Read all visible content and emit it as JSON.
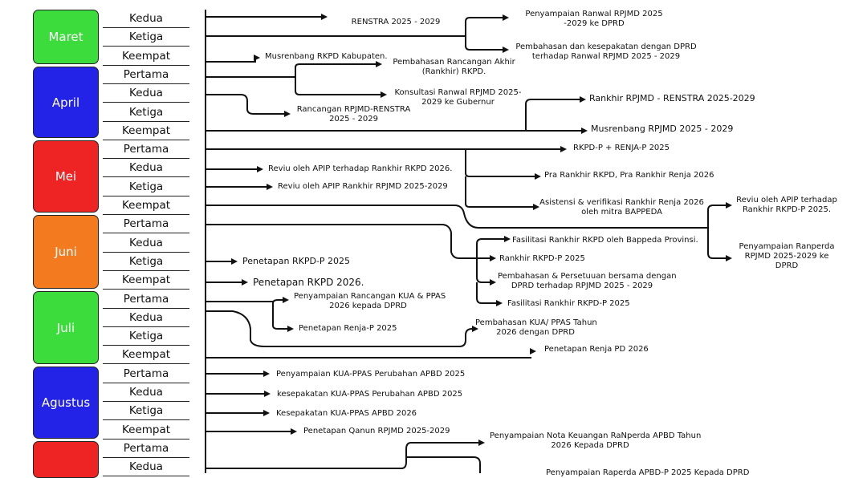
{
  "months": [
    {
      "label": "Maret",
      "color": "#3bdc3b"
    },
    {
      "label": "April",
      "color": "#2323e8"
    },
    {
      "label": "Mei",
      "color": "#ee2424"
    },
    {
      "label": "Juni",
      "color": "#f47a20"
    },
    {
      "label": "Juli",
      "color": "#3bdc3b"
    },
    {
      "label": "Agustus",
      "color": "#2323e8"
    },
    {
      "label": "",
      "color": "#ee2424"
    }
  ],
  "weeks": [
    "Kedua",
    "Ketiga",
    "Keempat",
    "Pertama",
    "Kedua",
    "Ketiga",
    "Keempat",
    "Pertama",
    "Kedua",
    "Ketiga",
    "Keempat",
    "Pertama",
    "Kedua",
    "Ketiga",
    "Keempat",
    "Pertama",
    "Kedua",
    "Ketiga",
    "Keempat",
    "Pertama",
    "Kedua",
    "Ketiga",
    "Keempat",
    "Pertama",
    "Kedua"
  ],
  "labels": {
    "renstra": "RENSTRA 2025 - 2029",
    "penyampaian_ranwal": "Penyampaian Ranwal RPJMD 2025\n-2029 ke DPRD",
    "pembahasan_ranwal": "Pembahasan dan kesepakatan dengan DPRD\nterhadap Ranwal RPJMD 2025 - 2029",
    "musrenbang_rkpd": "Musrenbang RKPD Kabupaten.",
    "pembahasan_rankhir": "Pembahasan Rancangan Akhir\n(Rankhir) RKPD.",
    "konsultasi_ranwal": "Konsultasi Ranwal RPJMD 2025-\n2029 ke Gubernur",
    "rancangan_rpjmd": "Rancangan RPJMD-RENSTRA\n2025 - 2029",
    "rankhir_rpjmd": "Rankhir RPJMD - RENSTRA 2025-2029",
    "musrenbang_rpjmd": "Musrenbang RPJMD 2025 - 2029",
    "rkpd_p_renja": "RKPD-P + RENJA-P 2025",
    "reviu_rkpd_2026": "Reviu oleh APIP terhadap Rankhir RKPD 2026.",
    "pra_rankhir": "Pra Rankhir RKPD, Pra Rankhir Renja 2026",
    "reviu_rpjmd": "Reviu oleh APIP  Rankhir RPJMD 2025-2029",
    "asistensi": "Asistensi & verifikasi Rankhir Renja 2026\noleh mitra BAPPEDA",
    "reviu_rkpd_p": "Reviu oleh APIP terhadap\nRankhir RKPD-P 2025.",
    "fasilitasi_prov": "Fasilitasi Rankhir RKPD oleh Bappeda Provinsi.",
    "penyampaian_ranperda": "Penyampaian Ranperda\nRPJMD 2025-2029 ke\nDPRD",
    "penetapan_rkpd_p": "Penetapan RKPD-P 2025",
    "rankhir_rkpd_p": "Rankhir RKPD-P 2025",
    "pembahasan_persetujuan": "Pembahasan & Persetuuan bersama dengan\nDPRD terhadap RPJMD 2025 - 2029",
    "penetapan_rkpd_2026": "Penetapan RKPD 2026.",
    "fasilitasi_rkpd_p": "Fasilitasi Rankhir RKPD-P 2025",
    "penyampaian_kua": "Penyampaian Rancangan KUA & PPAS\n2026 kepada DPRD",
    "penetapan_renja_p": "Penetapan Renja-P 2025",
    "pembahasan_kua": "Pembahasan KUA/ PPAS Tahun\n2026 dengan DPRD",
    "penetapan_renja_pd": "Penetapan Renja PD 2026",
    "penyampaian_kua_perubahan": "Penyampaian KUA-PPAS Perubahan APBD 2025",
    "kesepakatan_perubahan": "kesepakatan  KUA-PPAS Perubahan APBD 2025",
    "kesepakatan_apbd": "Kesepakatan  KUA-PPAS APBD 2026",
    "penetapan_qanun": "Penetapan Qanun RPJMD 2025-2029",
    "penyampaian_nota": "Penyampaian Nota Keuangan RaNperda APBD Tahun\n2026 Kepada DPRD",
    "penyampaian_raperda": "Penyampaian Raperda APBD-P 2025 Kepada DPRD"
  }
}
